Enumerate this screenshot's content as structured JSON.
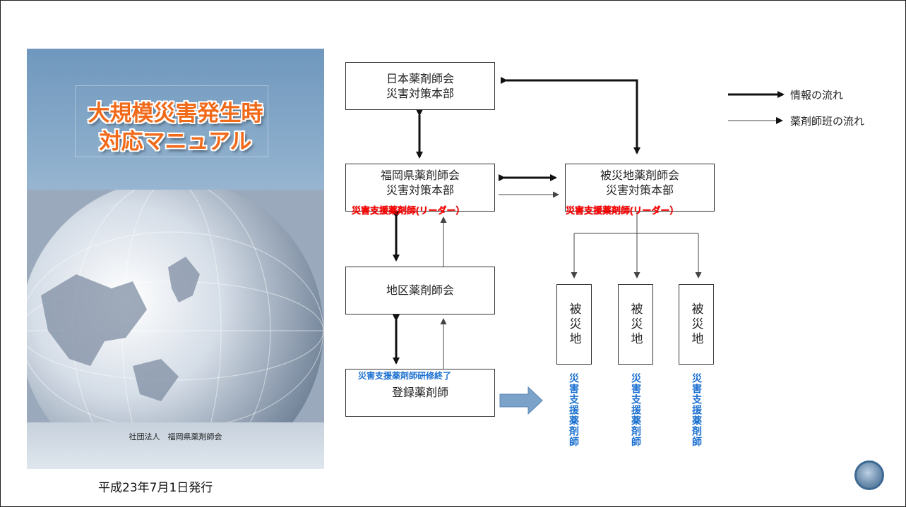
{
  "cover": {
    "title_line1": "大規模災害発生時",
    "title_line2": "対応マニュアル",
    "organization": "社団法人　福岡県薬剤師会"
  },
  "caption": "平成23年7月1日発行",
  "boxes": {
    "jpa": {
      "line1": "日本薬剤師会",
      "line2": "災害対策本部"
    },
    "fukuoka": {
      "line1": "福岡県薬剤師会",
      "line2": "災害対策本部"
    },
    "disaster_area_assoc": {
      "line1": "被災地薬剤師会",
      "line2": "災害対策本部"
    },
    "district": {
      "label": "地区薬剤師会"
    },
    "registered": {
      "label": "登録薬剤師"
    },
    "sites": [
      "被災地",
      "被災地",
      "被災地"
    ]
  },
  "labels": {
    "leader_left": "災害支援薬剤師(リーダー）",
    "leader_right": "災害支援薬剤師(リーダー）",
    "training_completed": "災害支援薬剤師研修終了",
    "support_pharmacist": [
      "災害支援薬剤師",
      "災害支援薬剤師",
      "災害支援薬剤師"
    ]
  },
  "legend": {
    "info_flow": "情報の流れ",
    "team_flow": "薬剤師班の流れ"
  },
  "colors": {
    "leader_label": "#ff0000",
    "support_label": "#1a6fd0",
    "transfer_arrow": "#7ba3c9"
  }
}
